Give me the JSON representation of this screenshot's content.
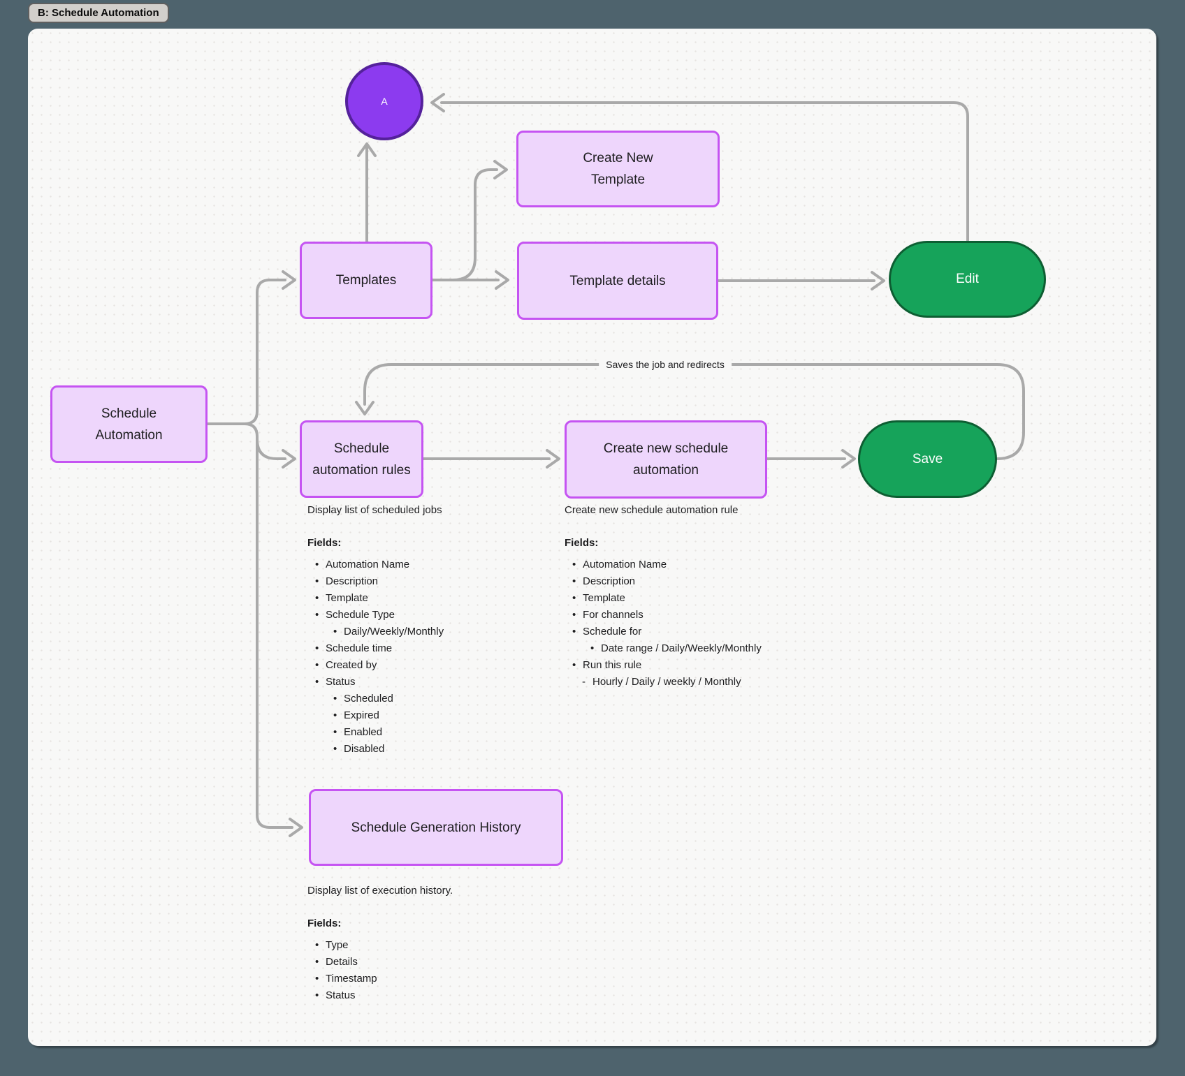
{
  "frame": {
    "tab_label": "B: Schedule Automation"
  },
  "colors": {
    "outer_background": "#4e636d",
    "canvas": "#f8f8f7",
    "node_fill": "#eed6fc",
    "node_border": "#c554f2",
    "circle_fill": "#8c3bef",
    "circle_border": "#54219b",
    "pill_fill": "#16a35a",
    "pill_border": "#0d5e32",
    "arrow": "#a9a9a9",
    "text": "#1d1d1f"
  },
  "nodes": {
    "entry_circle": {
      "label": "A"
    },
    "templates": {
      "label": "Templates"
    },
    "create_new_template": {
      "label": "Create New Template"
    },
    "template_details": {
      "label": "Template details"
    },
    "edit": {
      "label": "Edit"
    },
    "schedule_automation": {
      "label": "Schedule Automation"
    },
    "schedule_automation_rules": {
      "label": "Schedule automation rules"
    },
    "create_new_schedule_automation": {
      "label": "Create new schedule automation"
    },
    "save": {
      "label": "Save"
    },
    "schedule_generation_history": {
      "label": "Schedule Generation History"
    }
  },
  "edge_labels": {
    "save_redirect": "Saves the job and redirects"
  },
  "annotations": {
    "rules": {
      "description": "Display list of scheduled jobs",
      "fields_title": "Fields:",
      "fields": [
        {
          "label": "Automation Name",
          "indent": 0,
          "marker": "dot"
        },
        {
          "label": "Description",
          "indent": 0,
          "marker": "dot"
        },
        {
          "label": "Template",
          "indent": 0,
          "marker": "dot"
        },
        {
          "label": "Schedule Type",
          "indent": 0,
          "marker": "dot"
        },
        {
          "label": "Daily/Weekly/Monthly",
          "indent": 1,
          "marker": "dot"
        },
        {
          "label": "Schedule time",
          "indent": 0,
          "marker": "dot"
        },
        {
          "label": "Created by",
          "indent": 0,
          "marker": "dot"
        },
        {
          "label": "Status",
          "indent": 0,
          "marker": "dot"
        },
        {
          "label": "Scheduled",
          "indent": 1,
          "marker": "dot"
        },
        {
          "label": "Expired",
          "indent": 1,
          "marker": "dot"
        },
        {
          "label": "Enabled",
          "indent": 1,
          "marker": "dot"
        },
        {
          "label": "Disabled",
          "indent": 1,
          "marker": "dot"
        }
      ]
    },
    "create_rule": {
      "description": "Create new schedule automation rule",
      "fields_title": "Fields:",
      "fields": [
        {
          "label": "Automation Name",
          "indent": 0,
          "marker": "dot"
        },
        {
          "label": "Description",
          "indent": 0,
          "marker": "dot"
        },
        {
          "label": "Template",
          "indent": 0,
          "marker": "dot"
        },
        {
          "label": "For channels",
          "indent": 0,
          "marker": "dot"
        },
        {
          "label": "Schedule for",
          "indent": 0,
          "marker": "dot"
        },
        {
          "label": "Date range / Daily/Weekly/Monthly",
          "indent": 1,
          "marker": "dot"
        },
        {
          "label": "Run this rule",
          "indent": 0,
          "marker": "dot"
        },
        {
          "label": "Hourly / Daily / weekly / Monthly",
          "indent": 1,
          "marker": "dash"
        }
      ]
    },
    "history": {
      "description": "Display list of execution history.",
      "fields_title": "Fields:",
      "fields": [
        {
          "label": "Type",
          "indent": 0,
          "marker": "dot"
        },
        {
          "label": "Details",
          "indent": 0,
          "marker": "dot"
        },
        {
          "label": "Timestamp",
          "indent": 0,
          "marker": "dot"
        },
        {
          "label": "Status",
          "indent": 0,
          "marker": "dot"
        }
      ]
    }
  }
}
